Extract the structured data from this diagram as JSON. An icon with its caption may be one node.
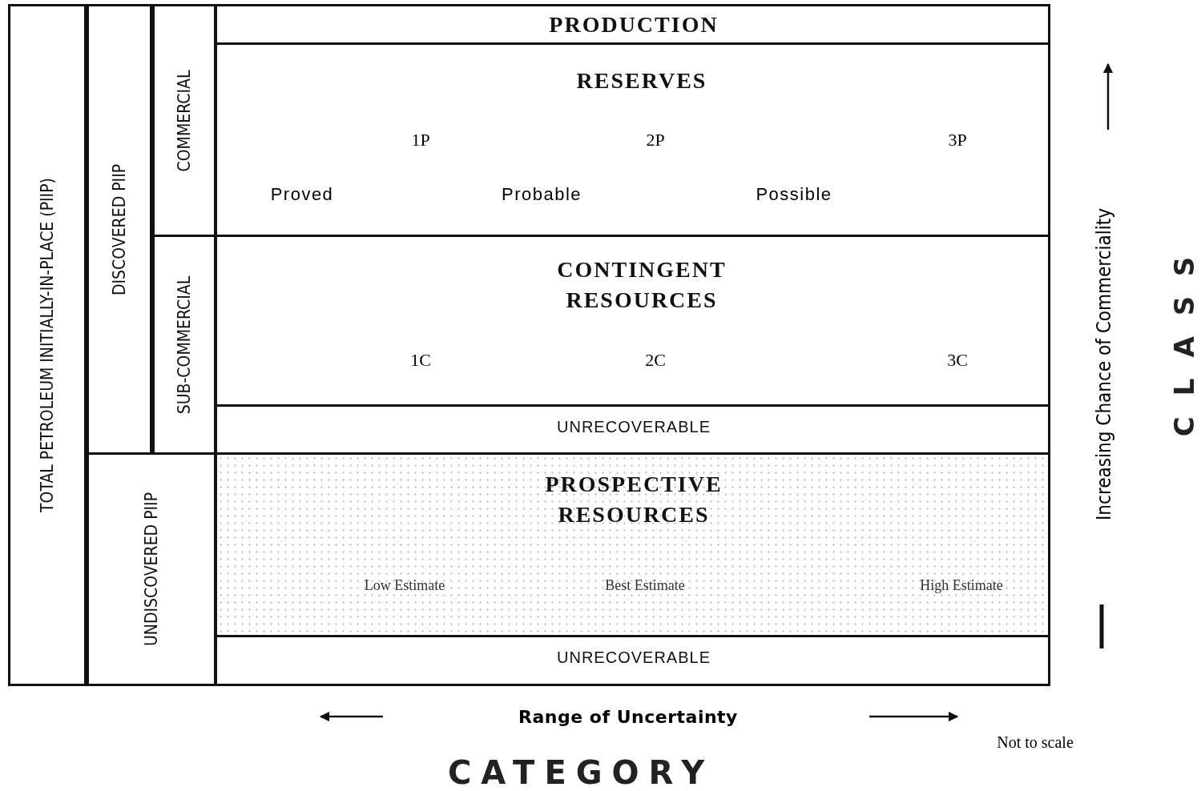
{
  "diagram": {
    "nodes": [
      {
        "text": [
          "TOTAL PETROLEUM INITIALLY-IN-PLACE (PIIP)"
        ]
      },
      {
        "text": [
          "DISCOVERED PIIP"
        ]
      },
      {
        "text": [
          "COMMERCIAL"
        ]
      },
      {
        "text": [
          "SUB-COMMERCIAL"
        ]
      },
      {
        "text": [
          "UNDISCOVERED PIIP"
        ]
      },
      {
        "text": [
          "PRODUCTION"
        ]
      },
      {
        "text": [
          "RESERVES"
        ]
      },
      {
        "text": [
          "CONTINGENT RESOURCES"
        ]
      },
      {
        "text": [
          "UNRECOVERABLE"
        ]
      },
      {
        "text": [
          "PROSPECTIVE RESOURCES"
        ]
      },
      {
        "text": [
          "UNRECOVERABLE"
        ]
      }
    ],
    "edges": [],
    "labels": [
      "1P",
      "2P",
      "3P",
      "Proved",
      "Probable",
      "Possible",
      "1C",
      "2C",
      "3C",
      "Low Estimate",
      "Best Estimate",
      "High Estimate",
      "Increasing Chance of Commerciality",
      "CLASS",
      "Range of Uncertainty",
      "Not to scale",
      "CATEGORY"
    ]
  }
}
